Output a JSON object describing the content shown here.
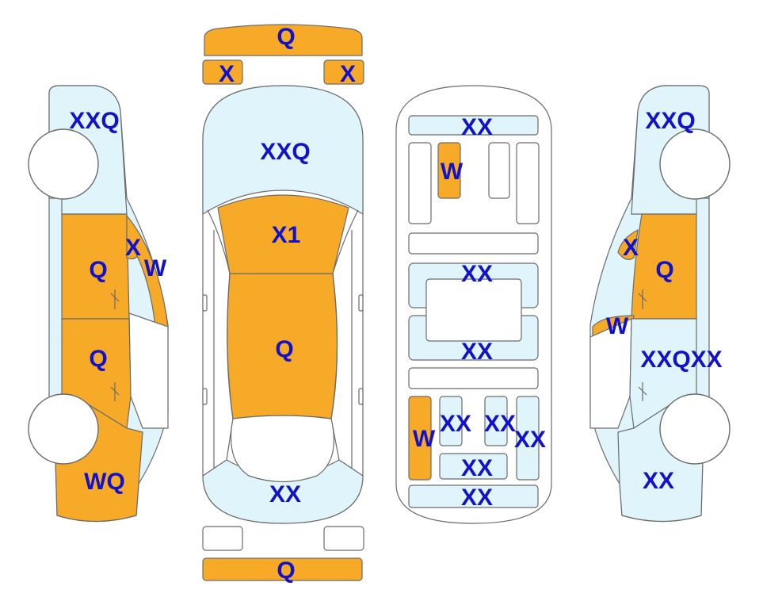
{
  "colors": {
    "damaged_panel": "#f7a928",
    "undamaged_panel": "#dff5fb",
    "outline": "#6b6b6b",
    "mark_text": "#1212c8"
  },
  "marks": {
    "top_front_bumper": "Q",
    "top_left_headlight": "X",
    "top_right_headlight": "X",
    "top_windshield": "XXQ",
    "top_hood": "X1",
    "top_roof": "Q",
    "top_rear_window": "XX",
    "top_rear_bumper": "Q",
    "floor_front": "XX",
    "floor_left_seat": "W",
    "floor_middle_upper": "XX",
    "floor_middle_lower": "XX",
    "floor_rear_left": "W",
    "floor_rear_center_left": "XX",
    "floor_rear_center_right": "XX",
    "floor_rear_right": "XX",
    "floor_rear_bottom_upper": "XX",
    "floor_rear_bottom_lower": "XX",
    "left_front_fender": "XXQ",
    "left_a_pillar": "X",
    "left_mirror": "W",
    "left_front_door": "Q",
    "left_rear_door": "Q",
    "left_rear_quarter": "WQ",
    "right_front_fender": "XXQ",
    "right_a_pillar": "X",
    "right_front_door": "Q",
    "right_mirror": "W",
    "right_rear_door": "XXQXX",
    "right_rear_quarter": "XX"
  }
}
